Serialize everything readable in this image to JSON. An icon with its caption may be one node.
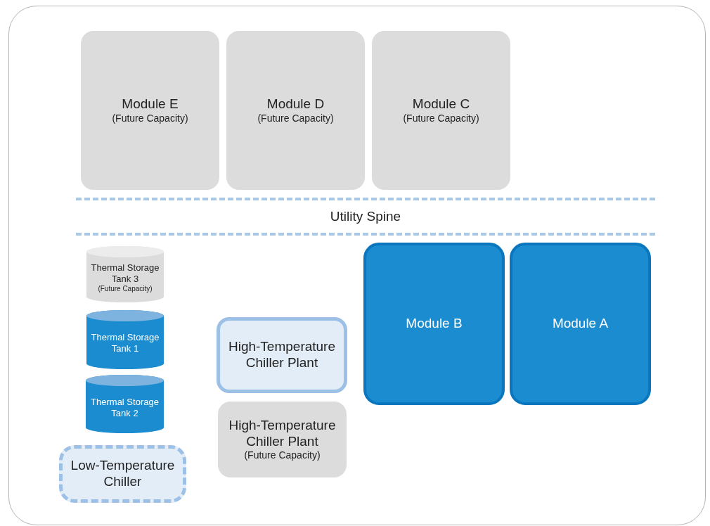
{
  "diagram": {
    "nodes": [
      {
        "text": [
          "Module E",
          "(Future Capacity)"
        ]
      },
      {
        "text": [
          "Module D",
          "(Future Capacity)"
        ]
      },
      {
        "text": [
          "Module C",
          "(Future Capacity)"
        ]
      },
      {
        "text": [
          "Utility Spine"
        ]
      },
      {
        "text": [
          "Thermal Storage Tank 3",
          "(Future Capacity)"
        ]
      },
      {
        "text": [
          "Module B"
        ]
      },
      {
        "text": [
          "Module A"
        ]
      },
      {
        "text": [
          "Thermal Storage Tank 1"
        ]
      },
      {
        "text": [
          "High-Temperature Chiller Plant"
        ]
      },
      {
        "text": [
          "Thermal Storage Tank 2"
        ]
      },
      {
        "text": [
          "High-Temperature Chiller Plant",
          "(Future Capacity)"
        ]
      },
      {
        "text": [
          "Low-Temperature Chiller"
        ]
      }
    ]
  }
}
